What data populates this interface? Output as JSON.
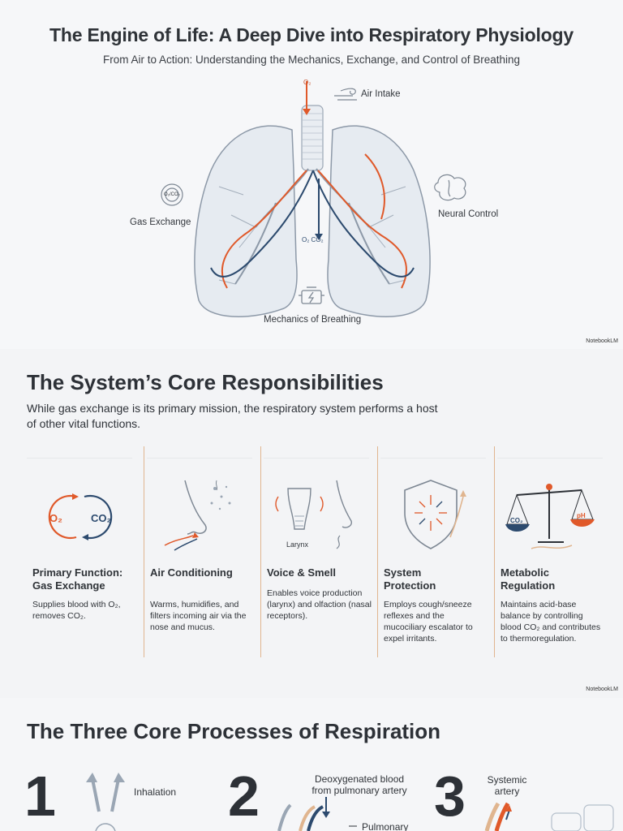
{
  "hero": {
    "title": "The Engine of Life: A Deep Dive into Respiratory Physiology",
    "subtitle": "From Air to Action: Understanding the Mechanics, Exchange, and Control of Breathing",
    "labels": {
      "air_intake": "Air Intake",
      "gas_exchange": "Gas Exchange",
      "neural_control": "Neural Control",
      "mechanics": "Mechanics of Breathing",
      "o2": "O₂",
      "o2_co2": "O₂ CO₂",
      "o2_co2_icon": "O₂/CO₂"
    },
    "watermark": "NotebookLM"
  },
  "responsibilities": {
    "heading": "The System’s Core Responsibilities",
    "intro": "While gas exchange is its primary mission, the respiratory system performs a host of other vital functions.",
    "cards": [
      {
        "title": "Primary Function: Gas Exchange",
        "desc": "Supplies blood with O₂, removes CO₂.",
        "icon": "gas-cycle-icon",
        "o2": "O₂",
        "co2": "CO₂"
      },
      {
        "title": "Air Conditioning",
        "desc": "Warms, humidifies, and filters incoming air via the nose and mucus.",
        "icon": "nose-air-icon"
      },
      {
        "title": "Voice & Smell",
        "desc": "Enables voice production (larynx) and olfaction (nasal receptors).",
        "icon": "larynx-icon",
        "icon_label": "Larynx"
      },
      {
        "title": "System Protection",
        "desc": "Employs cough/sneeze reflexes and the mucociliary escalator to expel irritants.",
        "icon": "shield-icon"
      },
      {
        "title": "Metabolic Regulation",
        "desc": "Maintains acid-base balance by controlling blood CO₂ and contributes to thermoregulation.",
        "icon": "balance-scale-icon",
        "co2": "CO₂",
        "ph": "pH"
      }
    ],
    "watermark": "NotebookLM"
  },
  "processes": {
    "heading": "The Three Core Processes of Respiration",
    "steps": [
      {
        "number": "1",
        "label": "Inhalation"
      },
      {
        "number": "2",
        "label": "Deoxygenated blood from pulmonary artery",
        "label2": "Pulmonary"
      },
      {
        "number": "3",
        "label": "Systemic artery"
      }
    ]
  },
  "colors": {
    "orange": "#e0592a",
    "navy": "#2c4a6e",
    "accent_line": "#e0b58f"
  }
}
